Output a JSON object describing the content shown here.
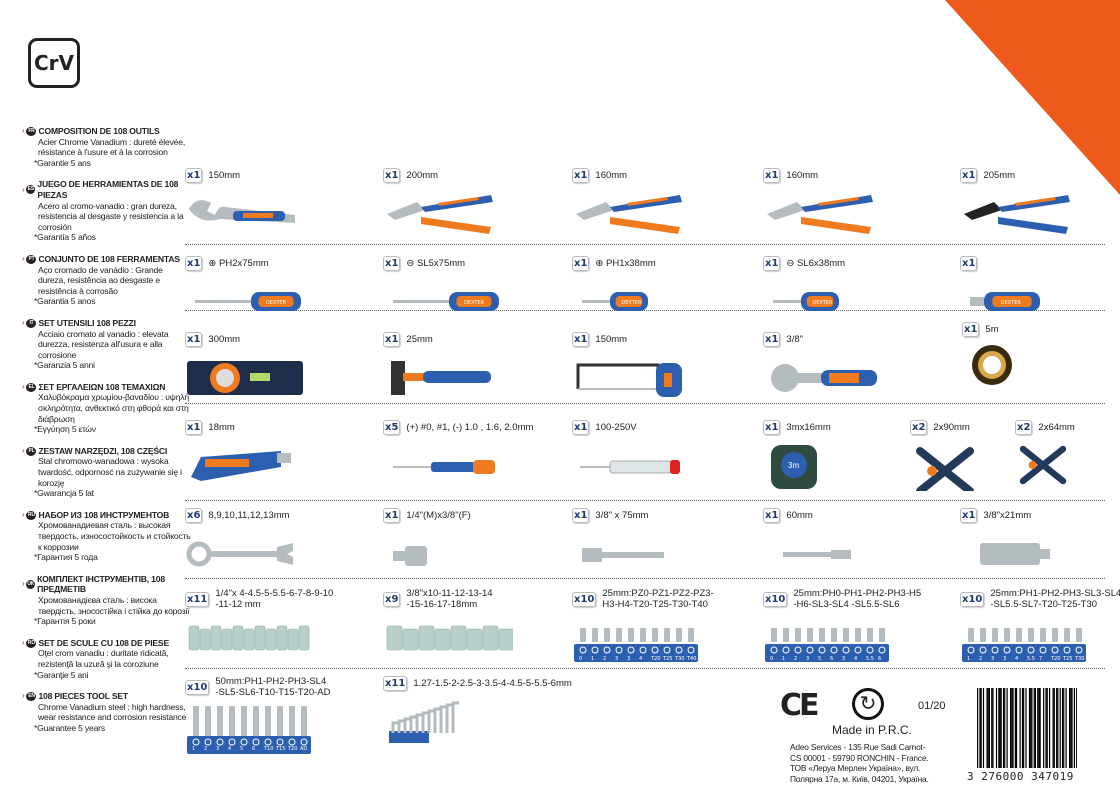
{
  "logo": "CrV",
  "languages": [
    {
      "code": "FR",
      "title": "COMPOSITION DE  108 OUTILS",
      "desc": "Acier Chrome Vanadium : dureté élevée, résistance à l'usure et à la corrosion",
      "guarantee": "*Garantie 5 ans"
    },
    {
      "code": "ES",
      "title": "JUEGO DE HERRAMIENTAS DE 108 PIEZAS",
      "desc": "Acero al cromo-vanadio : gran dureza, resistencia al desgaste y resistencia a la corrosión",
      "guarantee": "*Garantía 5 años"
    },
    {
      "code": "PT",
      "title": "CONJUNTO DE 108 FERRAMENTAS",
      "desc": "Aço cromado de vanádio : Grande dureza, resistência ao desgaste e resistência à corrosão",
      "guarantee": "*Garantia 5 anos"
    },
    {
      "code": "IT",
      "title": "SET UTENSILI 108 PEZZI",
      "desc": "Acciaio cromato al vanadio : elevata durezza, resistenza all'usura e alla corrosione",
      "guarantee": "*Garanzia 5 anni"
    },
    {
      "code": "EL",
      "title": "ΣΕΤ ΕΡΓΑΛΕΙΩΝ 108 ΤΕΜΑΧΙΩΝ",
      "desc": "Χαλυβόκραμα χρωμίου-βαναδίου : υψηλή σκληρότητα, ανθεκτικό στη φθορά και στη διάβρωση",
      "guarantee": "*Εγγύηση 5 ετών"
    },
    {
      "code": "PL",
      "title": "ZESTAW NARZĘDZI, 108 CZĘŚCI",
      "desc": "Stal chromowo-wanadowa : wysoka twardość, odpornosć na zużywanie się i korozję",
      "guarantee": "*Gwarancja 5 lat"
    },
    {
      "code": "RU",
      "title": "НАБОР ИЗ 108 ИНСТРУМЕНТОВ",
      "desc": "Хромованадиевая сталь : высокая твердость, износостойкость и стойкость к коррозии",
      "guarantee": "*Гарантия 5 года"
    },
    {
      "code": "UK",
      "title": "КОМПЛЕКТ ІНСТРУМЕНТІВ, 108 ПРЕДМЕТІВ",
      "desc": "Хромованадієва сталь : висока твердість, зносостійка і стійка до корозії",
      "guarantee": "*Гарантія 5 роки"
    },
    {
      "code": "RO",
      "title": "SET DE SCULE CU 108 DE PIESE",
      "desc": "Oţel crom vanadiu : duritate ridicată, rezistenţă la uzură şi la coroziune",
      "guarantee": "*Garanţie 5 ani"
    },
    {
      "code": "EN",
      "title": "108 PIECES TOOL SET",
      "desc": "Chrome Vanadium steel : high hardness, wear resistance and corrosion resistance",
      "guarantee": "*Guarantee 5 years"
    }
  ],
  "rows": [
    [
      {
        "qty": "x1",
        "label": "150mm",
        "icon": "adjustable-wrench"
      },
      {
        "qty": "x1",
        "label": "200mm",
        "icon": "water-pump-pliers"
      },
      {
        "qty": "x1",
        "label": "160mm",
        "icon": "combination-pliers"
      },
      {
        "qty": "x1",
        "label": "160mm",
        "icon": "diagonal-cutter"
      },
      {
        "qty": "x1",
        "label": "205mm",
        "icon": "wire-stripper"
      }
    ],
    [
      {
        "qty": "x1",
        "label": "⊕ PH2x75mm",
        "icon": "screwdriver"
      },
      {
        "qty": "x1",
        "label": "⊖ SL5x75mm",
        "icon": "screwdriver"
      },
      {
        "qty": "x1",
        "label": "⊕ PH1x38mm",
        "icon": "stubby-screwdriver"
      },
      {
        "qty": "x1",
        "label": "⊖ SL6x38mm",
        "icon": "stubby-screwdriver"
      },
      {
        "qty": "x1",
        "label": "",
        "icon": "bit-screwdriver"
      }
    ],
    [
      {
        "qty": "x1",
        "label": "300mm",
        "icon": "spirit-level"
      },
      {
        "qty": "x1",
        "label": "25mm",
        "icon": "hammer"
      },
      {
        "qty": "x1",
        "label": "150mm",
        "icon": "hacksaw"
      },
      {
        "qty": "x1",
        "label": "3/8\"",
        "icon": "ratchet"
      },
      {
        "qty": "x1",
        "label": "5m",
        "icon": "insulating-tape"
      }
    ],
    [
      {
        "qty": "x1",
        "label": "18mm",
        "icon": "utility-knife"
      },
      {
        "qty": "x5",
        "label": "(+) #0, #1, (-) 1.0 , 1.6, 2.0mm",
        "icon": "precision-screwdriver"
      },
      {
        "qty": "x1",
        "label": "100-250V",
        "icon": "voltage-tester"
      },
      {
        "qty": "x1",
        "label": "3mx16mm",
        "icon": "tape-measure"
      },
      {
        "qty": "x2",
        "label": "2x90mm",
        "icon": "spring-clamp"
      },
      {
        "qty": "x2",
        "label": "2x64mm",
        "icon": "small-spring-clamp"
      }
    ],
    [
      {
        "qty": "x6",
        "label": "8,9,10,11,12,13mm",
        "icon": "combination-wrench"
      },
      {
        "qty": "x1",
        "label": "1/4\"(M)x3/8\"(F)",
        "icon": "socket-adapter"
      },
      {
        "qty": "x1",
        "label": "3/8\" x 75mm",
        "icon": "extension-bar"
      },
      {
        "qty": "x1",
        "label": "60mm",
        "icon": "bit-holder"
      },
      {
        "qty": "x1",
        "label": "3/8\"x21mm",
        "icon": "spark-plug-socket"
      }
    ],
    [
      {
        "qty": "x11",
        "label": "1/4\"x 4-4.5-5-5.5-6-7-8-9-10\n-11-12 mm",
        "icon": "socket-set-small"
      },
      {
        "qty": "x9",
        "label": "3/8\"x10-11-12-13-14\n-15-16-17-18mm",
        "icon": "socket-set-large"
      },
      {
        "qty": "x10",
        "label": "25mm:PZ0-PZ1-PZ2-PZ3-\nH3-H4-T20-T25-T30-T40",
        "icon": "bit-rack",
        "marks": [
          "0",
          "1",
          "2",
          "3",
          "3",
          "4",
          "T20",
          "T25",
          "T30",
          "T40"
        ]
      },
      {
        "qty": "x10",
        "label": "25mm:PH0-PH1-PH2-PH3-H5\n-H6-SL3-SL4 -SL5.5-SL6",
        "icon": "bit-rack",
        "marks": [
          "0",
          "1",
          "2",
          "3",
          "5",
          "6",
          "3",
          "4",
          "5.5",
          "6"
        ]
      },
      {
        "qty": "x10",
        "label": "25mm:PH1-PH2-PH3-SL3-SL4\n-SL5.5-SL7-T20-T25-T30",
        "icon": "bit-rack",
        "marks": [
          "1",
          "2",
          "3",
          "3",
          "4",
          "5.5",
          "7",
          "T20",
          "T25",
          "T30"
        ]
      }
    ],
    [
      {
        "qty": "x10",
        "label": "50mm:PH1-PH2-PH3-SL4\n-SL5-SL6-T10-T15-T20-AD",
        "icon": "long-bit-rack",
        "marks": [
          "1",
          "2",
          "3",
          "4",
          "5",
          "6",
          "T10",
          "T15",
          "T20",
          "AD"
        ]
      },
      {
        "qty": "x11",
        "label": "1.27-1.5-2-2.5-3-3.5-4-4.5-5-5.5-6mm",
        "icon": "hex-key-set"
      }
    ]
  ],
  "footer": {
    "ce": "CE",
    "made_in": "Made in P.R.C.",
    "date": "01/20",
    "address": [
      "Adeo Services - 135 Rue Sadi Carnot-",
      "CS 00001 - 59790 RONCHIN - France.",
      "ТОВ «Леруа Мерлен Україна», вул.",
      "Полярна 17а, м. Київ, 04201, Україна."
    ],
    "barcode": "3 276000 347019"
  },
  "colors": {
    "accent": "#ee5a1c",
    "blue": "#2d5fb0",
    "orange": "#f07a1e",
    "metal": "#b4bcc0"
  }
}
